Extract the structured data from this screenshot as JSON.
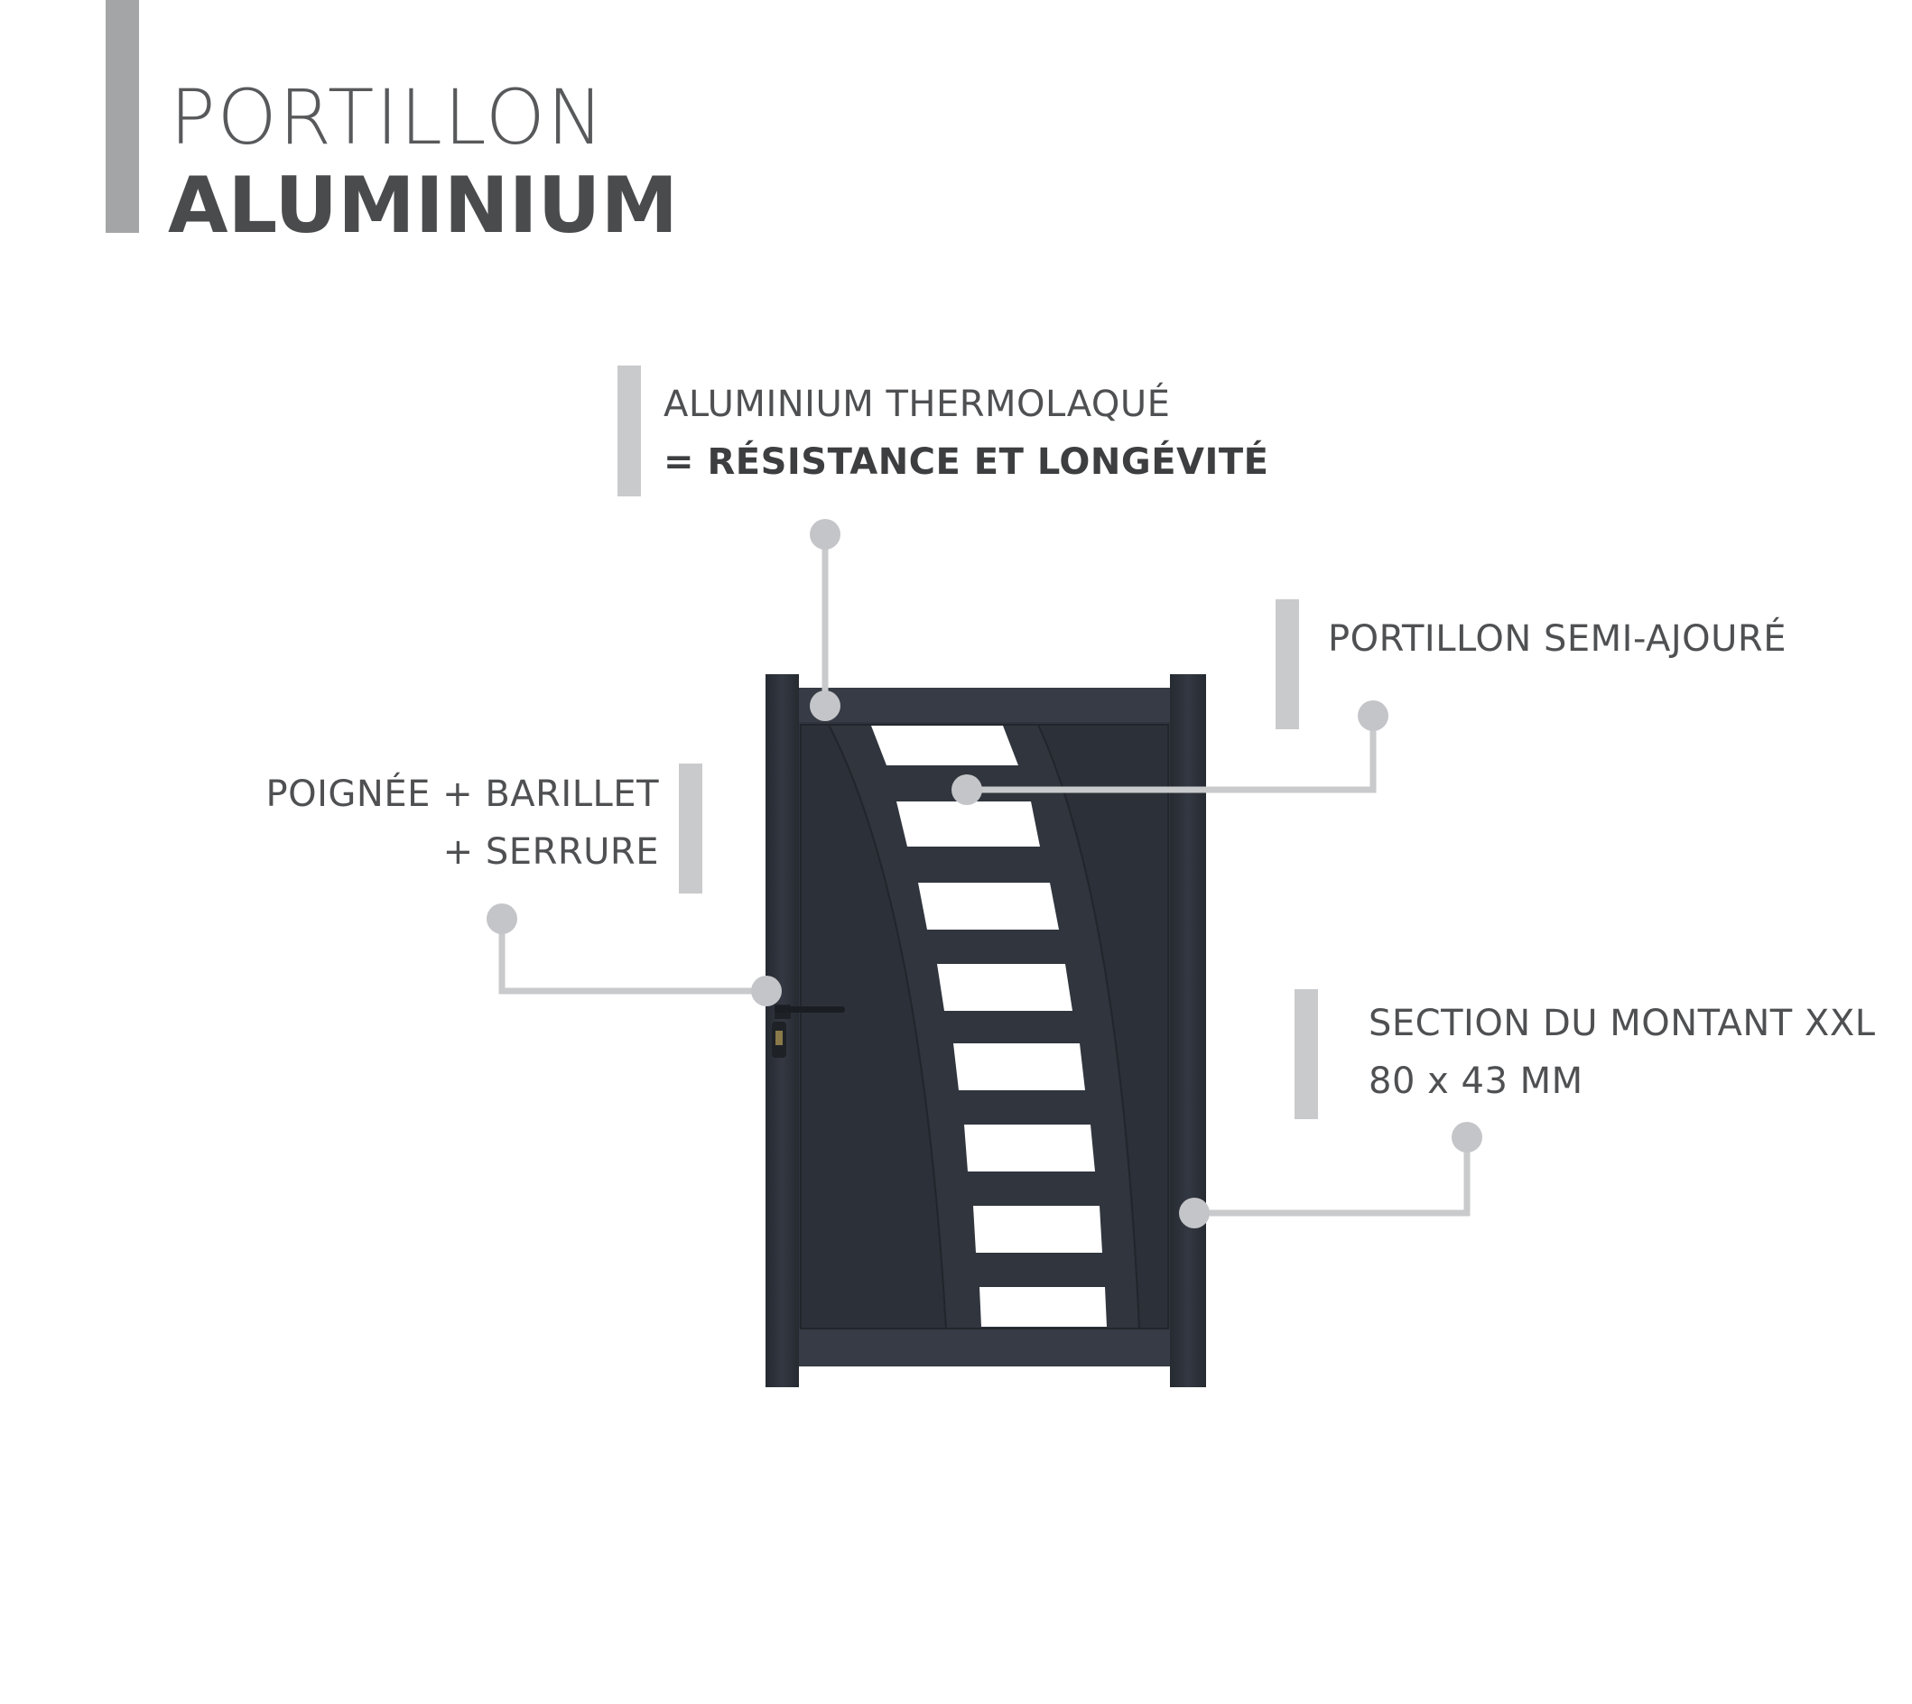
{
  "title": {
    "line1": "PORTILLON",
    "line2": "ALUMINIUM"
  },
  "features": {
    "aluminium": {
      "line1": "ALUMINIUM THERMOLAQUÉ",
      "line2": "= RÉSISTANCE ET LONGÉVITÉ"
    },
    "semi_ajoure": {
      "line1": "PORTILLON SEMI-AJOURÉ"
    },
    "poignee": {
      "line1": "POIGNÉE + BARILLET",
      "line2": "+ SERRURE"
    },
    "montant": {
      "line1": "SECTION DU MONTANT XXL",
      "line2": "80 x 43 MM"
    }
  },
  "colors": {
    "gate": "#2d323b",
    "gate_light": "#3a404a",
    "accent_grey": "#c9cacc",
    "callout_dot": "#c4c5c8",
    "text": "#4f5052"
  },
  "icons": {
    "handle": "door-handle-icon",
    "lock": "keyhole-icon"
  }
}
